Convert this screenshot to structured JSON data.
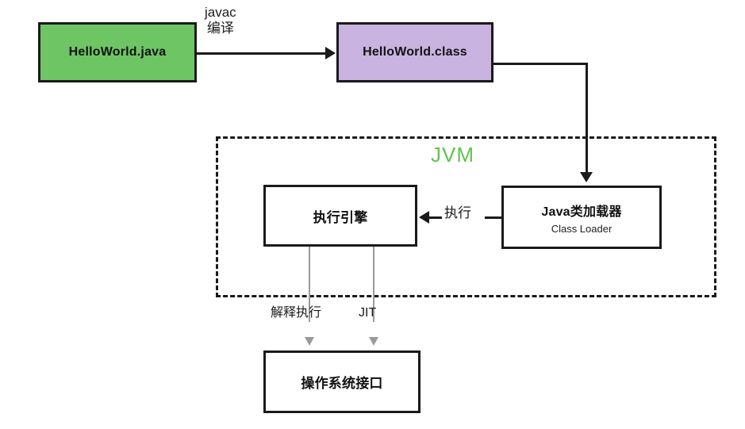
{
  "diagram": {
    "title": "Java program execution flow through the JVM",
    "background_color": "#ffffff",
    "boxes": {
      "source": {
        "label": "HelloWorld.java",
        "fill": "#6ec563",
        "border": "#1a1a1a"
      },
      "bytecode": {
        "label": "HelloWorld.class",
        "fill": "#c9b3e0",
        "border": "#1a1a1a"
      },
      "engine": {
        "label": "执行引擎",
        "fill": "#ffffff",
        "border": "#1a1a1a"
      },
      "classloader": {
        "label": "Java类加载器",
        "sublabel": "Class Loader",
        "fill": "#ffffff",
        "border": "#1a1a1a"
      },
      "os_interface": {
        "label": "操作系统接口",
        "fill": "#ffffff",
        "border": "#1a1a1a"
      }
    },
    "region": {
      "label": "JVM",
      "label_color": "#63c24f",
      "border_style": "dashed",
      "border_color": "#1a1a1a"
    },
    "edges": {
      "compile": {
        "line1": "javac",
        "line2": "编译"
      },
      "execute": {
        "label": "执行"
      },
      "interpret": {
        "label": "解释执行",
        "color": "#9a9a96"
      },
      "jit": {
        "label": "JIT",
        "color": "#9a9a96"
      }
    }
  }
}
